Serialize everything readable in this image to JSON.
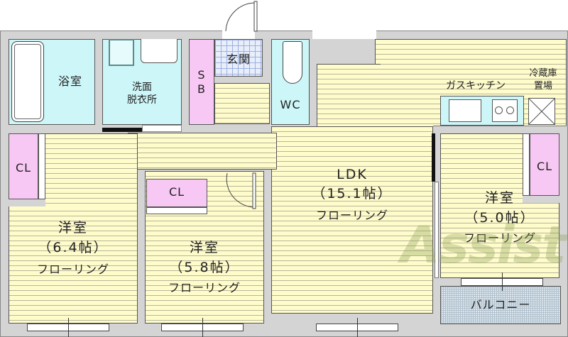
{
  "floorplan": {
    "rooms": {
      "bath": {
        "label": "浴室"
      },
      "washroom": {
        "line1": "洗面",
        "line2": "脱衣所"
      },
      "sb": {
        "line1": "S",
        "line2": "B"
      },
      "genkan": {
        "label": "玄関"
      },
      "wc": {
        "label": "WC"
      },
      "ldk": {
        "name": "LDK",
        "size": "（15.1帖）",
        "floor": "フローリング"
      },
      "kitchen": {
        "label": "ガスキッチン"
      },
      "fridge": {
        "line1": "冷蔵庫",
        "line2": "置場"
      },
      "room_left": {
        "name": "洋室",
        "size": "（6.4帖）",
        "floor": "フローリング"
      },
      "room_mid": {
        "name": "洋室",
        "size": "（5.8帖）",
        "floor": "フローリング"
      },
      "room_right": {
        "name": "洋室",
        "size": "（5.0帖）",
        "floor": "フローリング"
      },
      "closet_left": {
        "label": "CL"
      },
      "closet_mid": {
        "label": "CL"
      },
      "closet_right": {
        "label": "CL"
      },
      "balcony": {
        "label": "バルコニー"
      }
    },
    "watermark": {
      "text": "Assist"
    },
    "colors": {
      "wall": "#d4d4d4",
      "floor": "#fffccc",
      "wet_area": "#cdf6f8",
      "closet": "#f8c8f4",
      "genkan_tile": "#e9eefb",
      "watermark": "#8fa35a"
    }
  }
}
